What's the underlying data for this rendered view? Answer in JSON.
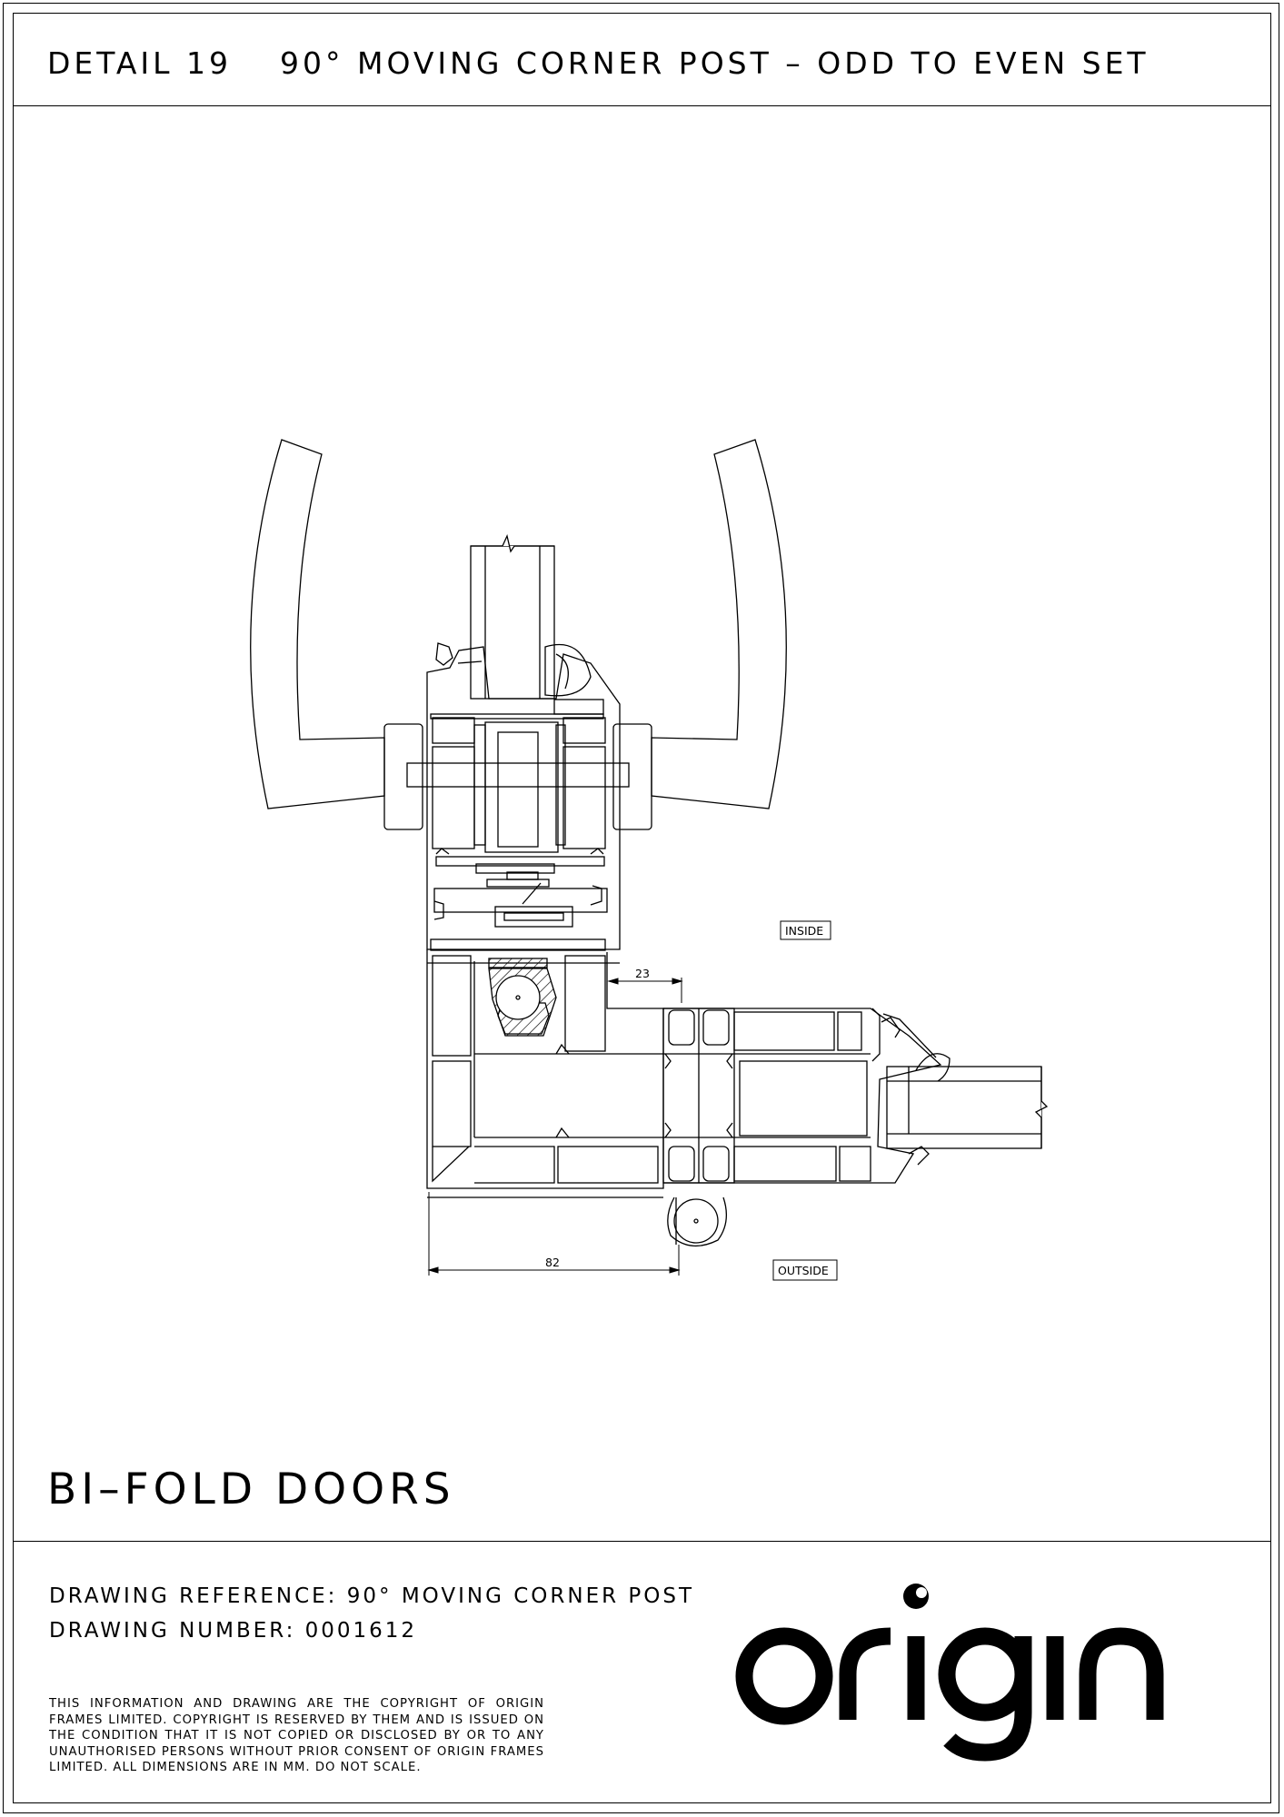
{
  "header": {
    "detail": "DETAIL 19",
    "title": "90° MOVING CORNER POST – ODD TO EVEN SET"
  },
  "drawing": {
    "labels": {
      "inside": "INSIDE",
      "outside": "OUTSIDE"
    },
    "dimensions": {
      "small": "23",
      "large": "82"
    }
  },
  "product_name": "BI–FOLD DOORS",
  "title_block": {
    "drawing_reference": "DRAWING REFERENCE: 90° MOVING CORNER POST",
    "drawing_number": "DRAWING NUMBER: 0001612",
    "copyright": "THIS INFORMATION AND DRAWING ARE THE COPYRIGHT OF ORIGIN FRAMES LIMITED. COPYRIGHT IS RESERVED BY THEM AND IS ISSUED ON THE CONDITION THAT IT IS NOT COPIED OR DISCLOSED BY OR TO ANY UNAUTHORISED PERSONS WITHOUT PRIOR CONSENT OF ORIGIN FRAMES LIMITED. ALL DIMENSIONS ARE IN MM. DO NOT SCALE.",
    "logo_text": "origin"
  }
}
